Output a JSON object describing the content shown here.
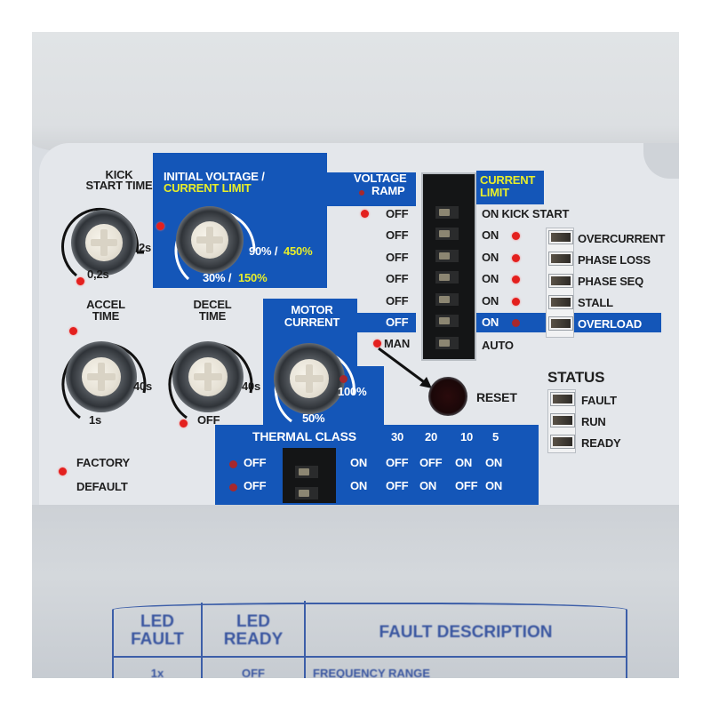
{
  "panel": {
    "kick_start": {
      "title_line1": "KICK",
      "title_line2": "START TIME",
      "min": "0,2s",
      "max": "2s"
    },
    "initial_voltage": {
      "title_line1": "INITIAL VOLTAGE /",
      "title_line2": "CURRENT LIMIT",
      "max_voltage": "90% /",
      "max_current": "450%",
      "min_voltage": "30% /",
      "min_current": "150%"
    },
    "accel": {
      "title_line1": "ACCEL",
      "title_line2": "TIME",
      "min": "1s",
      "max": "40s"
    },
    "decel": {
      "title_line1": "DECEL",
      "title_line2": "TIME",
      "min": "OFF",
      "max": "40s"
    },
    "motor_current": {
      "title_line1": "MOTOR",
      "title_line2": "CURRENT",
      "min": "50%",
      "max": "100%"
    },
    "dip_switch": {
      "left_header_line1": "VOLTAGE",
      "left_header_line2": "RAMP",
      "right_header_line1": "CURRENT",
      "right_header_line2": "LIMIT",
      "left_labels": [
        "OFF",
        "OFF",
        "OFF",
        "OFF",
        "OFF",
        "OFF",
        "MAN"
      ],
      "right_labels": [
        "ON KICK START",
        "ON",
        "ON",
        "ON",
        "ON",
        "ON",
        "AUTO"
      ]
    },
    "protections": [
      "OVERCURRENT",
      "PHASE LOSS",
      "PHASE SEQ",
      "STALL",
      "OVERLOAD"
    ],
    "reset_label": "RESET",
    "status": {
      "title": "STATUS",
      "leds": [
        "FAULT",
        "RUN",
        "READY"
      ]
    },
    "factory_default": {
      "line1": "FACTORY",
      "line2": "DEFAULT"
    },
    "thermal_class": {
      "title": "THERMAL CLASS",
      "classes": [
        "30",
        "20",
        "10",
        "5"
      ],
      "rows": [
        {
          "left": "OFF",
          "right": "ON",
          "values": [
            "OFF",
            "OFF",
            "ON",
            "ON"
          ]
        },
        {
          "left": "OFF",
          "right": "ON",
          "values": [
            "OFF",
            "ON",
            "OFF",
            "ON"
          ]
        }
      ]
    }
  },
  "fault_table": {
    "headers": [
      {
        "line1": "LED",
        "line2": "FAULT"
      },
      {
        "line1": "LED",
        "line2": "READY"
      },
      {
        "line1": "FAULT DESCRIPTION",
        "line2": ""
      }
    ],
    "rows": [
      {
        "fault": "1x",
        "ready": "OFF",
        "description": "FREQUENCY RANGE"
      }
    ]
  },
  "colors": {
    "panel_blue": "#1456b8",
    "label_yellow": "#e8ee2a",
    "led_red": "#e3201e"
  }
}
